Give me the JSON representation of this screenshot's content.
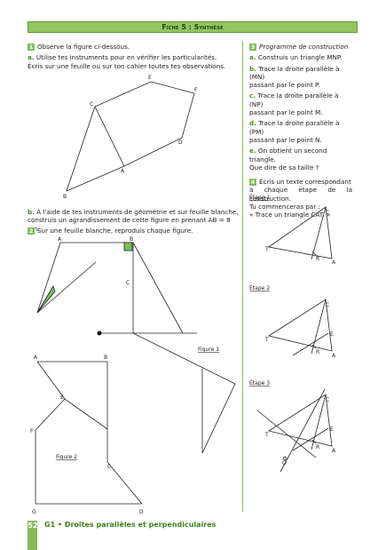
{
  "header": {
    "title": "Fiche 5 : Synthèse"
  },
  "left": {
    "ex1": {
      "num": "1",
      "title": "Observe la figure ci-dessous.",
      "a_label": "a.",
      "a_text": "Utilise tes instruments pour en vérifier les particularités.",
      "a_text2": "Écris sur une feuille ou sur ton cahier toutes tes observations.",
      "b_label": "b.",
      "b_text": "À l'aide de tes instruments de géométrie et sur feuille blanche,",
      "b_text2": "construis un agrandissement de cette figure en prenant AB = 8 cm."
    },
    "ex2": {
      "num": "2",
      "title": "Sur une feuille blanche, reproduis chaque figure."
    },
    "fig1_points": {
      "E": "E",
      "F": "F",
      "C": "C",
      "D": "D",
      "A": "A",
      "B": "B"
    },
    "fig2_points": {
      "A": "A",
      "B": "B",
      "C": "C"
    },
    "fig1_caption": "Figure 1",
    "fig3_points": {
      "A": "A",
      "B": "B",
      "E": "E",
      "F": "F",
      "C": "C",
      "G": "G",
      "D": "D"
    },
    "fig2_caption": "Figure 2"
  },
  "right": {
    "ex3": {
      "num": "3",
      "title": "Programme de construction",
      "a_label": "a.",
      "a_text": "Construis un triangle MNP.",
      "b_label": "b.",
      "b_text": "Trace la droite parallèle à (MN)",
      "b_text2": "passant par le point P.",
      "c_label": "c.",
      "c_text": "Trace la droite parallèle à (NP)",
      "c_text2": "passant par le point M.",
      "d_label": "d.",
      "d_text": "Trace la droite parallèle à (PM)",
      "d_text2": "passant par le point N.",
      "e_label": "e.",
      "e_text": "On obtient un second triangle.",
      "e_text2": "Que dire de sa taille ?"
    },
    "ex4": {
      "num": "4",
      "line1": "Écris un texte correspondant",
      "line2": "à chaque étape de la",
      "line3": "construction.",
      "line4": "Tu commenceras par :",
      "line5": "« Trace un triangle CAT. »"
    },
    "etape1": "Étape 1",
    "etape2": "Étape 2",
    "etape3": "Étape 3",
    "pts": {
      "C": "C",
      "T": "T",
      "R": "R",
      "A": "A",
      "E": "E",
      "O": "O"
    }
  },
  "footer": {
    "page": "52",
    "title": "G1 • Droites parallèles et perpendiculaires"
  },
  "colors": {
    "accent": "#86bb56",
    "accent_dark": "#4a8c22",
    "fill_green": "#7dbf5a"
  }
}
